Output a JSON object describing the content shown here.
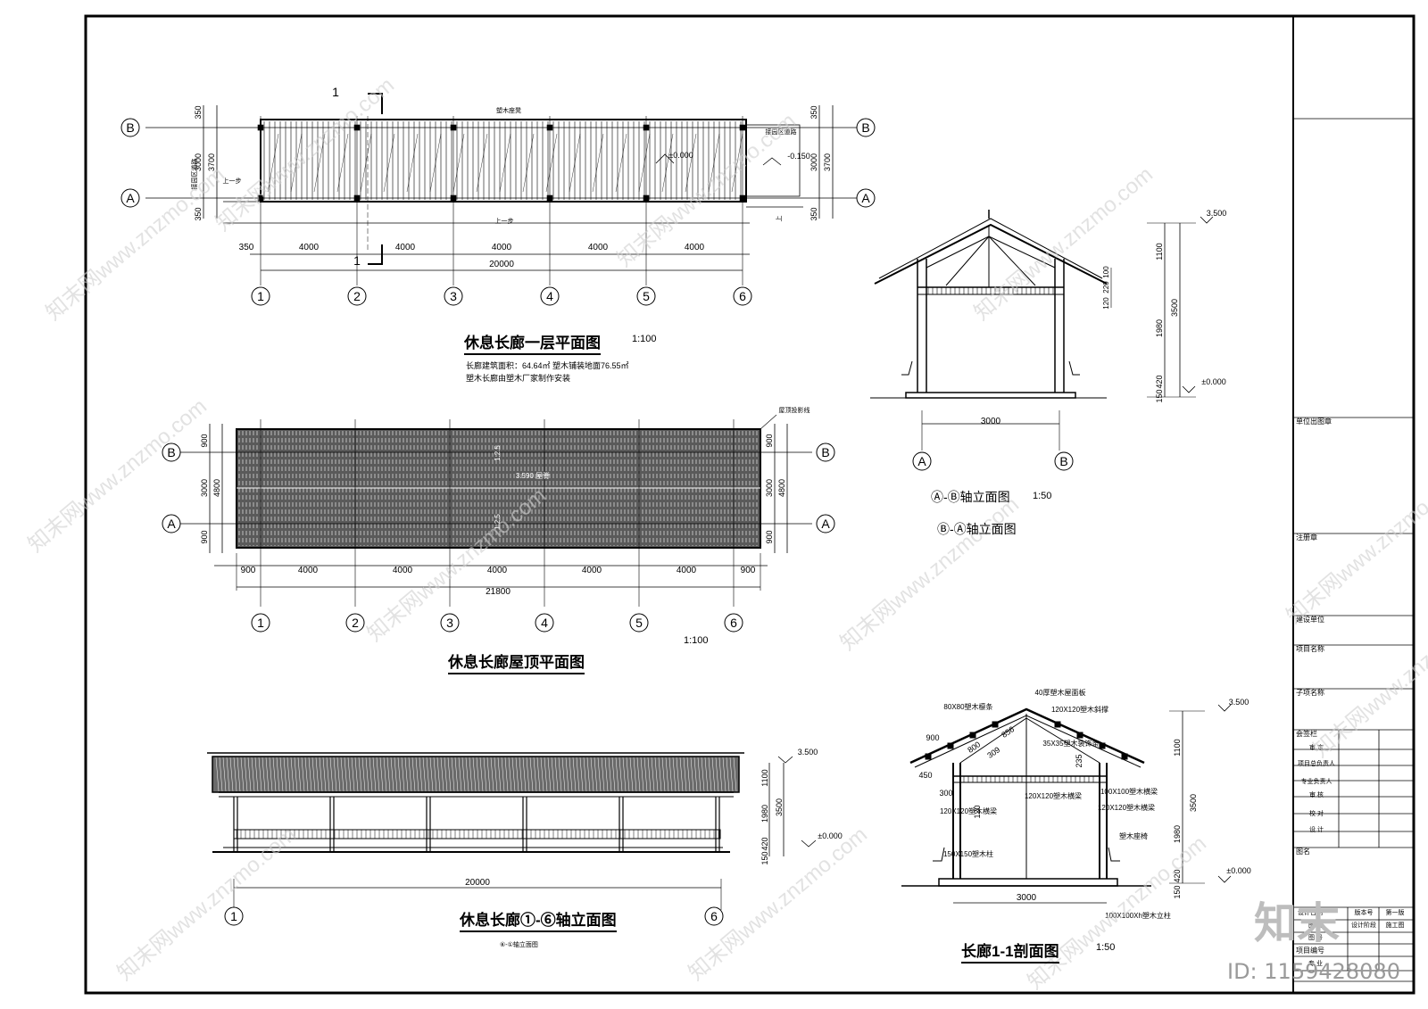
{
  "plan": {
    "title": "休息长廊一层平面图",
    "scale": "1:100",
    "note1": "长廊建筑面积：64.64㎡  塑木铺装地面76.55㎡",
    "note2": "塑木长廊由塑木厂家制作安装",
    "spans": [
      "350",
      "4000",
      "4000",
      "4000",
      "4000",
      "4000"
    ],
    "total": "20000",
    "left_dims": [
      "350",
      "3000",
      "3700",
      "350"
    ],
    "right_dims": [
      "350",
      "3000",
      "3700",
      "350"
    ],
    "axes_num": [
      "①",
      "②",
      "③",
      "④",
      "⑤",
      "⑥"
    ],
    "axes_letter": [
      "Ⓑ",
      "Ⓐ"
    ],
    "lbl_bench": "塑木座凳",
    "lbl_road_l": "接园区道路",
    "lbl_road_r": "接园区道路",
    "lbl_step": "上一步",
    "lbl_level0": "±0.000",
    "lbl_level1": "-0.150",
    "lbl_up": "上",
    "section_mark": "1"
  },
  "roof": {
    "title": "休息长廊屋顶平面图",
    "scale": "1:100",
    "spans": [
      "900",
      "4000",
      "4000",
      "4000",
      "4000",
      "4000",
      "900"
    ],
    "total": "21800",
    "left_dims": [
      "900",
      "3000",
      "4800",
      "900"
    ],
    "right_dims": [
      "900",
      "3000",
      "4800",
      "900"
    ],
    "lbl_proj": "屋顶投影线",
    "lbl_ridge": "3.590 屋脊",
    "slope": "1:2.5"
  },
  "side": {
    "title": "Ⓐ-Ⓑ轴立面图",
    "title2": "Ⓑ-Ⓐ轴立面图",
    "scale": "1:50",
    "width": "3000",
    "vdims": [
      "1100",
      "1980",
      "3500",
      "420",
      "150"
    ],
    "vsmall": [
      "100",
      "220",
      "120"
    ],
    "lvl_top": "3.500",
    "lvl_0": "±0.000"
  },
  "elev": {
    "title": "休息长廊①-⑥轴立面图",
    "sub": "⑥-①轴立面图",
    "width": "20000",
    "vdims": [
      "1100",
      "1980",
      "3500",
      "420",
      "150"
    ],
    "lvl_top": "3.500",
    "lvl_0": "±0.000"
  },
  "sect": {
    "title": "长廊1-1剖面图",
    "scale": "1:50",
    "width": "3000",
    "vdims": [
      "1100",
      "3500",
      "1980",
      "420",
      "150"
    ],
    "lvl_top": "3.500",
    "lvl_0": "±0.000",
    "labels": [
      "40厚塑木屋面板",
      "80X80塑木檩条",
      "120X120塑木斜撑",
      "35X35塑木装饰条",
      "100X100塑木横梁",
      "120X120塑木横梁",
      "120X120塑木横梁",
      "120X120塑木横梁",
      "塑木座椅",
      "150X150塑木柱",
      "100X100Xh塑木立柱"
    ],
    "dims": [
      "900",
      "800",
      "856",
      "309",
      "235",
      "450",
      "300",
      "120"
    ]
  },
  "titleblock": {
    "rows": [
      "单位出图章",
      "注册章",
      "建设单位",
      "项目名称",
      "子项名称",
      "会签栏",
      "审  定",
      "项目总负责人",
      "专业负责人",
      "审  核",
      "校  对",
      "设  计",
      "图名",
      "设计日期",
      "版本号",
      "第一版",
      "图  别",
      "设计阶段",
      "施工图",
      "图  号",
      "项目编号",
      "专  业"
    ]
  },
  "watermark": {
    "text": "知末网www.znzmo.com",
    "logo": "知末",
    "id": "ID: 1159428080"
  }
}
